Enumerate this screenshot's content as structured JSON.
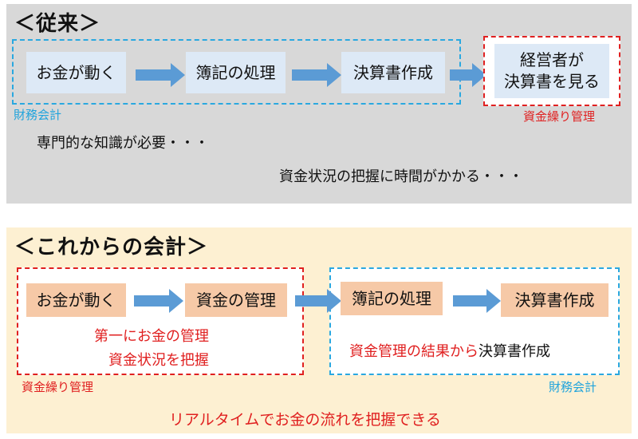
{
  "traditional": {
    "heading": "＜従来＞",
    "steps": [
      "お金が動く",
      "簿記の処理",
      "決算書作成"
    ],
    "final_step_line1": "経営者が",
    "final_step_line2": "決算書を見る",
    "group_label_finance": "財務会計",
    "group_label_cash": "資金繰り管理",
    "problem_1": "専門的な知識が必要・・・",
    "problem_2": "資金状況の把握に時間がかかる・・・"
  },
  "future": {
    "heading": "＜これからの会計＞",
    "steps": [
      "お金が動く",
      "資金の管理",
      "簿記の処理",
      "決算書作成"
    ],
    "cash_note_line1": "第一にお金の管理",
    "cash_note_line2": "資金状況を把握",
    "finance_note_red": "資金管理の結果から",
    "finance_note_black": "決算書作成",
    "group_label_cash": "資金繰り管理",
    "group_label_finance": "財務会計",
    "conclusion": "リアルタイムでお金の流れを把握できる"
  },
  "colors": {
    "arrow": "#5b9bd5",
    "blue_dash": "#2aa8e0",
    "red_dash": "#e02020",
    "light_box": "#dde9f6",
    "peach_box": "#f6c9a7",
    "old_panel_bg": "#d8d8d8",
    "new_panel_bg": "#fdf0d2"
  }
}
